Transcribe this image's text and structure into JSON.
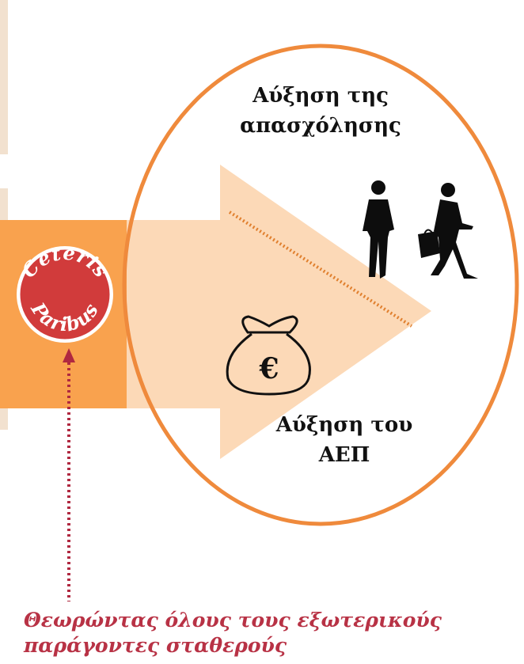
{
  "diagram": {
    "outcome_top_line1": "Αύξηση της",
    "outcome_top_line2": "απασχόλησης",
    "outcome_bottom_line1": "Αύξηση του",
    "outcome_bottom_line2": "ΑΕΠ",
    "badge_line1": "Ceteris",
    "badge_line2": "Paribus",
    "currency_symbol": "€",
    "caption_line1": "Θεωρώντας όλους τους εξωτερικούς",
    "caption_line2": "παράγοντες σταθερούς"
  },
  "colors": {
    "orange_band": "#f9a24e",
    "arrow_fill": "#fcd9b7",
    "ellipse_stroke": "#ef8a3c",
    "badge_red": "#d13b3b",
    "caption_red": "#b83245",
    "dotted_red": "#b02840",
    "dotted_orange": "#e07f2d"
  },
  "icons": [
    "people-walking-icon",
    "money-bag-euro-icon",
    "ceteris-paribus-badge-icon"
  ]
}
